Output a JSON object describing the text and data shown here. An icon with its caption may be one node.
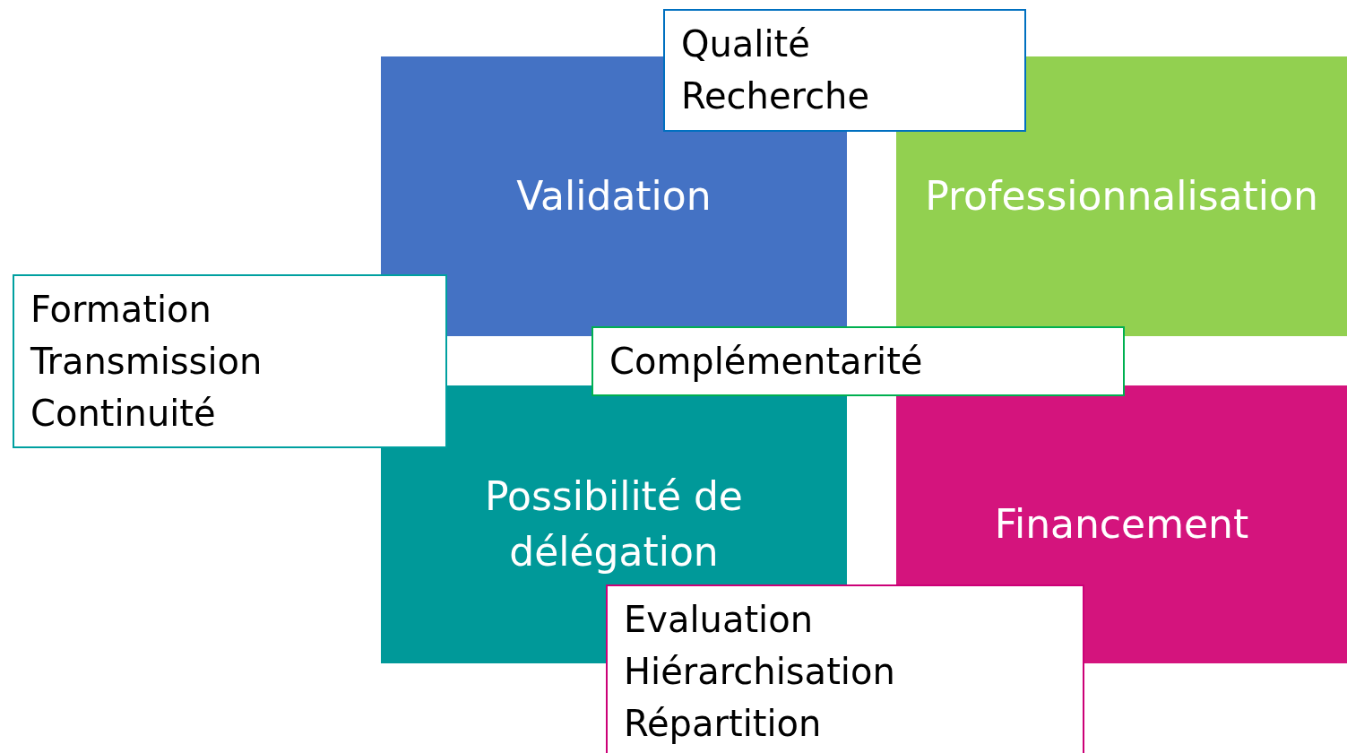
{
  "diagram": {
    "nodes": [
      {
        "text": [
          "Qualité",
          "Recherche"
        ]
      },
      {
        "text": [
          "Validation"
        ]
      },
      {
        "text": [
          "Professionnalisation"
        ]
      },
      {
        "text": [
          "Formation",
          "Transmission",
          "Continuité"
        ]
      },
      {
        "text": [
          "Complémentarité"
        ]
      },
      {
        "text": [
          "Possibilité de délégation"
        ]
      },
      {
        "text": [
          "Financement"
        ]
      },
      {
        "text": [
          "Evaluation",
          "Hiérarchisation",
          "Répartition"
        ]
      }
    ]
  }
}
